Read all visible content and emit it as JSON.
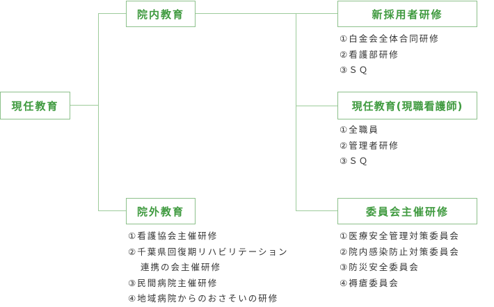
{
  "root": "現任教育",
  "innai": {
    "title": "院内教育",
    "groups": [
      {
        "title": "新採用者研修",
        "items": [
          "①白金会全体合同研修",
          "②看護部研修",
          "③ＳＱ"
        ]
      },
      {
        "title": "現任教育(現職看護師)",
        "items": [
          "①全職員",
          "②管理者研修",
          "③ＳＱ"
        ]
      },
      {
        "title": "委員会主催研修",
        "items": [
          "①医療安全管理対策委員会",
          "②院内感染防止対策委員会",
          "③防災安全委員会",
          "④褥瘡委員会"
        ]
      }
    ]
  },
  "ingai": {
    "title": "院外教育",
    "items": [
      "①看護協会主催研修",
      "②千葉県回復期リハビリテーション",
      "連携の会主催研修",
      "③民間病院主催研修",
      "④地域病院からのおさそいの研修"
    ]
  },
  "colors": {
    "accent": "#3f9a3f",
    "border": "#8cc08a",
    "line": "#9ccb9a",
    "text": "#333333"
  }
}
